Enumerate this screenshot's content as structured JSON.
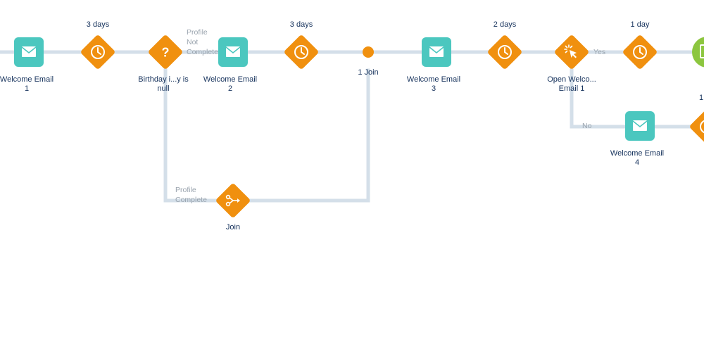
{
  "colors": {
    "connector": "#d4dfe9",
    "email": "#4bc7bf",
    "decision": "#f0900f",
    "end": "#8cc63f",
    "text": "#16325c",
    "branch_text": "#9aa4ae"
  },
  "emails": [
    {
      "label": "Welcome Email\n1"
    },
    {
      "label": "Welcome Email\n2"
    },
    {
      "label": "Welcome Email\n3"
    },
    {
      "label": "Welcome Email\n4"
    }
  ],
  "waits": [
    {
      "label": "3 days"
    },
    {
      "label": "3 days"
    },
    {
      "label": "2 days"
    },
    {
      "label": "1 day"
    },
    {
      "label": "1"
    }
  ],
  "decisions": [
    {
      "label": "Birthday i...y is\nnull",
      "icon": "question-icon"
    },
    {
      "label": "Open Welco...\nEmail 1",
      "icon": "click-icon"
    }
  ],
  "joins": [
    {
      "label": "1 Join"
    },
    {
      "label": "Join"
    }
  ],
  "branches": {
    "profile_not_complete": "Profile\nNot\nComplete",
    "profile_complete": "Profile\nComplete",
    "yes": "Yes",
    "no": "No"
  }
}
